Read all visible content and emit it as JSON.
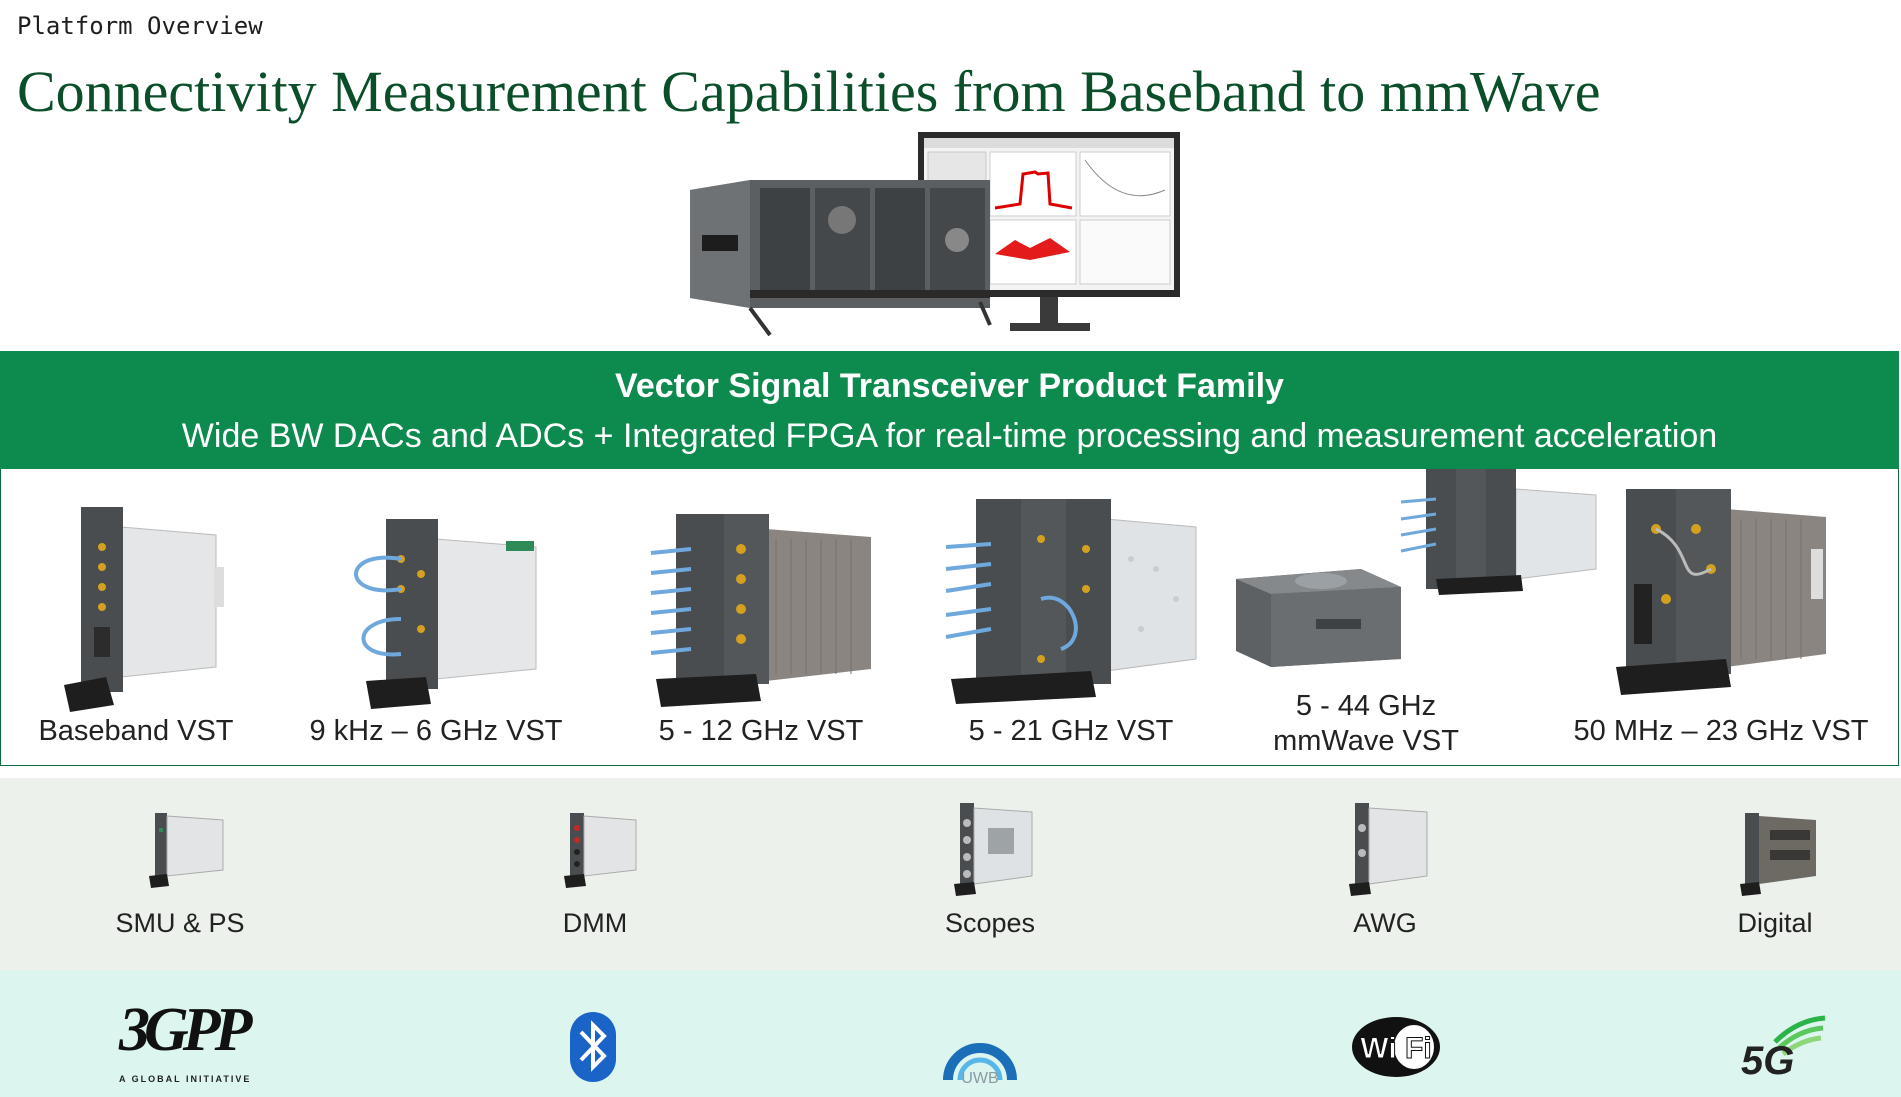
{
  "header": {
    "section": "Platform Overview",
    "title": "Connectivity Measurement Capabilities from Baseband to mmWave"
  },
  "banner": {
    "title": "Vector Signal Transceiver Product Family",
    "subtitle": "Wide BW DACs and ADCs + Integrated FPGA for real-time processing and measurement acceleration"
  },
  "products": [
    {
      "label": "Baseband VST"
    },
    {
      "label": "9 kHz – 6 GHz VST"
    },
    {
      "label": "5 - 12 GHz VST"
    },
    {
      "label": "5 - 21 GHz VST"
    },
    {
      "label": "5 - 44 GHz mmWave VST"
    },
    {
      "label": "50 MHz – 23 GHz VST"
    }
  ],
  "instruments": [
    {
      "label": "SMU & PS"
    },
    {
      "label": "DMM"
    },
    {
      "label": "Scopes"
    },
    {
      "label": "AWG"
    },
    {
      "label": "Digital"
    }
  ],
  "standards": {
    "threegpp": {
      "logo_text": "3GPP",
      "tagline": "A GLOBAL INITIATIVE",
      "icon": "3gpp-logo"
    },
    "bluetooth": {
      "icon": "bluetooth-logo"
    },
    "uwb": {
      "logo_text": "UWB",
      "icon": "uwb-logo"
    },
    "wifi": {
      "logo_text": "Wi Fi",
      "icon": "wifi-logo"
    },
    "fiveg": {
      "logo_text": "5G",
      "icon": "5g-logo"
    }
  },
  "colors": {
    "brand_green": "#0d8a4e",
    "title_green": "#0b4f2a",
    "instrument_band": "#edf1ec",
    "standards_band": "#dcf5ee"
  }
}
